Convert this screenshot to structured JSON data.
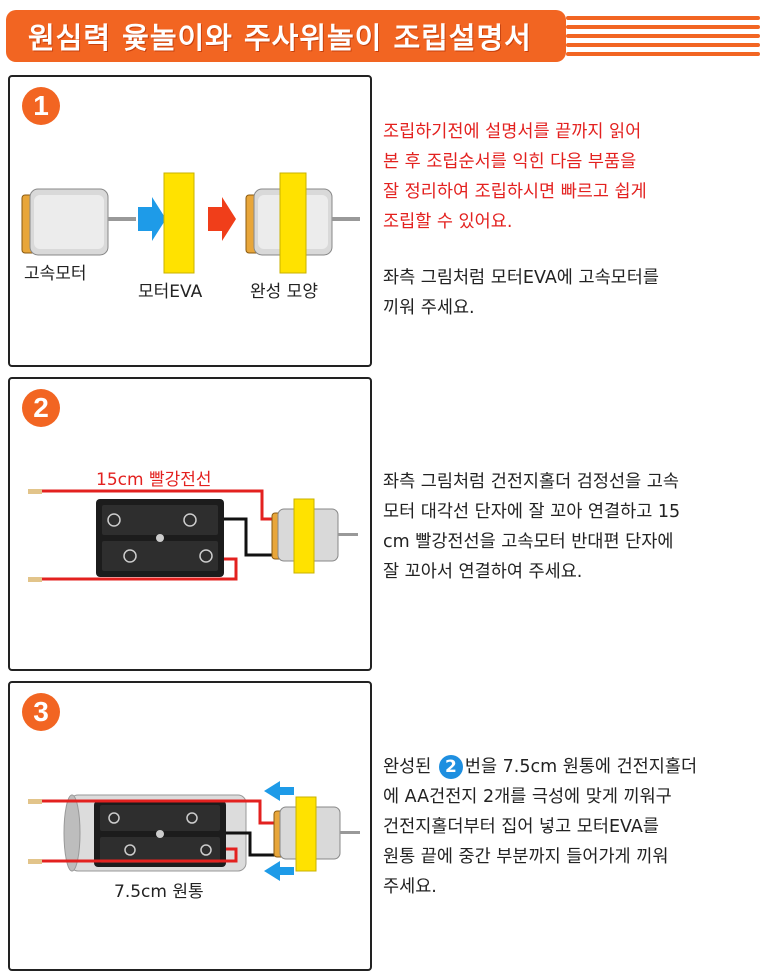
{
  "header": {
    "title": "원심력 윷놀이와 주사위놀이 조립설명서",
    "color": "#f26522"
  },
  "step1": {
    "number": "1",
    "labels": {
      "motor": "고속모터",
      "eva": "모터EVA",
      "complete": "완성 모양"
    },
    "desc_red": [
      "조립하기전에 설명서를 끝까지 읽어",
      "본 후 조립순서를 익힌 다음 부품을",
      "잘 정리하여 조립하시면 빠르고 쉽게",
      "조립할 수 있어요."
    ],
    "desc": [
      "좌측 그림처럼 모터EVA에 고속모터를",
      "끼워 주세요."
    ]
  },
  "step2": {
    "number": "2",
    "wire_label": "15cm 빨강전선",
    "desc": [
      "좌측 그림처럼 건전지홀더 검정선을 고속",
      "모터 대각선 단자에 잘 꼬아 연결하고 15",
      "cm 빨강전선을 고속모터 반대편 단자에",
      "잘 꼬아서 연결하여 주세요."
    ]
  },
  "step3": {
    "number": "3",
    "tube_label": "7.5cm 원통",
    "ref_number": "2",
    "desc_first_a": "완성된",
    "desc_first_b": "번을 7.5cm 원통에 건전지홀더",
    "desc": [
      "에 AA건전지 2개를 극성에 맞게 끼워구",
      "건전지홀더부터 집어 넣고 모터EVA를",
      "원통 끝에 중간 부분까지 들어가게 끼워",
      "주세요."
    ]
  }
}
